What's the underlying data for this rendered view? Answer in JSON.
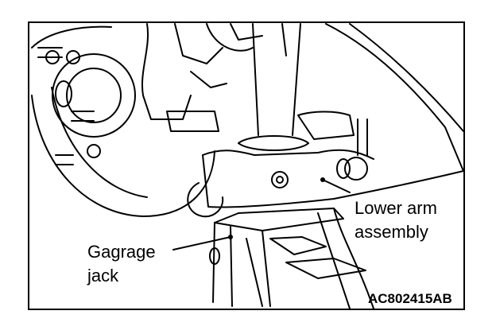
{
  "labels": {
    "lower_arm_line1": "Lower arm",
    "lower_arm_line2": "assembly",
    "jack_line1": "Gagrage",
    "jack_line2": "jack"
  },
  "figure_code": "AC802415AB",
  "colors": {
    "ink": "#000000",
    "paper": "#ffffff"
  }
}
